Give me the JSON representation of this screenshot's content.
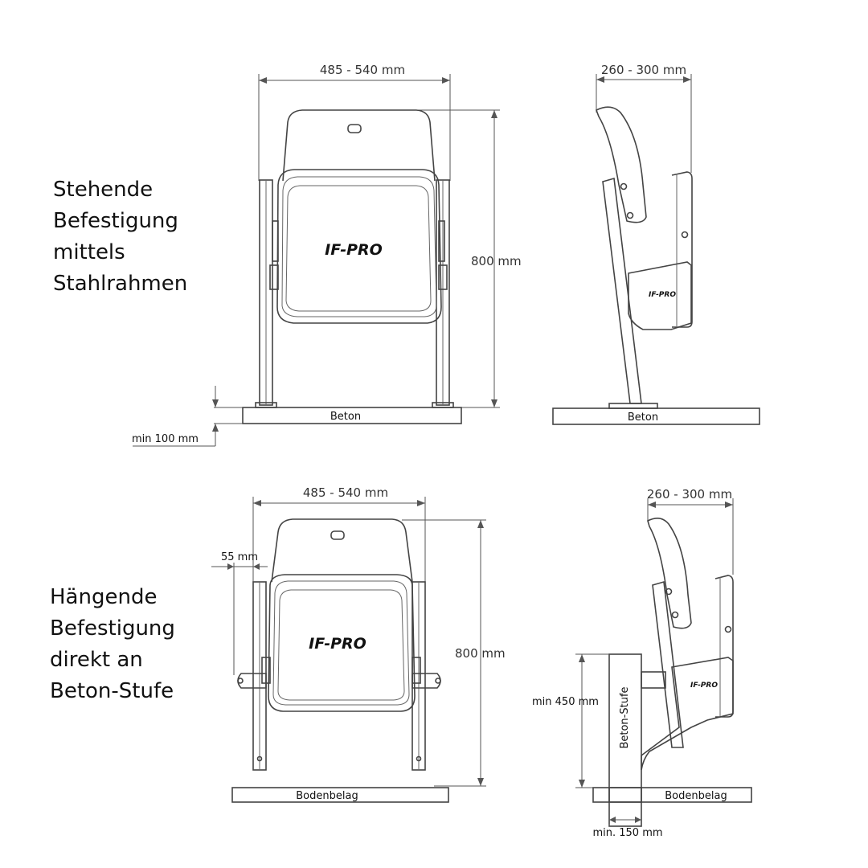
{
  "headings": {
    "standing": [
      "Stehende",
      "Befestigung",
      "mittels",
      "Stahlrahmen"
    ],
    "hanging": [
      "Hängende",
      "Befestigung",
      "direkt an",
      "Beton-Stufe"
    ]
  },
  "top_front": {
    "width_label": "485 - 540 mm",
    "height_label": "800 mm",
    "base_label": "Beton",
    "min_label": "min 100 mm",
    "logo": "IF-PRO"
  },
  "top_side": {
    "depth_label": "260 - 300 mm",
    "base_label": "Beton",
    "logo": "IF-PRO"
  },
  "bottom_front": {
    "width_label": "485 - 540 mm",
    "offset_label": "55 mm",
    "height_label": "800 mm",
    "base_label": "Bodenbelag",
    "logo": "IF-PRO"
  },
  "bottom_side": {
    "depth_label": "260 - 300 mm",
    "step_height_label": "min 450 mm",
    "step_label": "Beton-Stufe",
    "step_width_label": "min. 150 mm",
    "base_label": "Bodenbelag",
    "logo": "IF-PRO"
  }
}
